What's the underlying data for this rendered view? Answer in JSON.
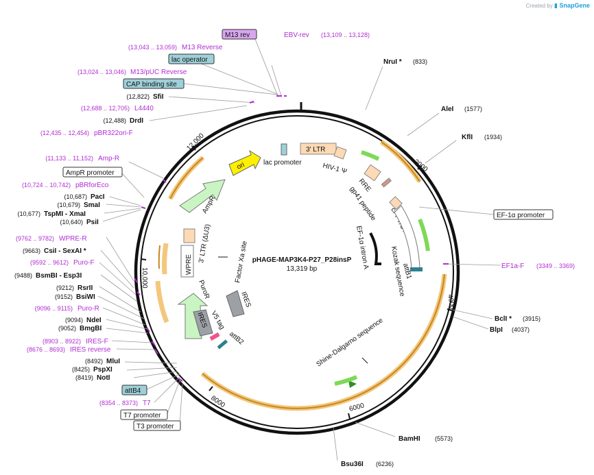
{
  "credit": {
    "prefix": "Created by",
    "brand": "SnapGene"
  },
  "plasmid": {
    "name": "pHAGE-MAP3K4-P27_P28insP",
    "size": "13,319 bp"
  },
  "ticks": [
    "2000",
    "4000",
    "6000",
    "8000",
    "10,000",
    "12,000"
  ],
  "enzymes": [
    {
      "name": "NruI *",
      "pos": "(833)"
    },
    {
      "name": "AleI",
      "pos": "(1577)"
    },
    {
      "name": "KflI",
      "pos": "(1934)"
    },
    {
      "name": "BclI *",
      "pos": "(3915)"
    },
    {
      "name": "BlpI",
      "pos": "(4037)"
    },
    {
      "name": "BamHI",
      "pos": "(5573)"
    },
    {
      "name": "Bsu36I",
      "pos": "(6236)"
    },
    {
      "name": "NotI",
      "pos": "(8419)"
    },
    {
      "name": "PspXI",
      "pos": "(8425)"
    },
    {
      "name": "MluI",
      "pos": "(8492)"
    },
    {
      "name": "BmgBI",
      "pos": "(9052)"
    },
    {
      "name": "NdeI",
      "pos": "(9094)"
    },
    {
      "name": "BsiWI",
      "pos": "(9152)"
    },
    {
      "name": "RsrII",
      "pos": "(9212)"
    },
    {
      "name": "BsmBI - Esp3I",
      "pos": "(9488)"
    },
    {
      "name": "CsiI - SexAI *",
      "pos": "(9663)"
    },
    {
      "name": "PsiI",
      "pos": "(10,640)"
    },
    {
      "name": "TspMI - XmaI",
      "pos": "(10,677)"
    },
    {
      "name": "SmaI",
      "pos": "(10,679)"
    },
    {
      "name": "PacI",
      "pos": "(10,687)"
    },
    {
      "name": "DrdI",
      "pos": "(12,488)"
    },
    {
      "name": "SfiI",
      "pos": "(12,822)"
    }
  ],
  "primers": [
    {
      "name": "EBV-rev",
      "pos": "(13,109 .. 13,128)"
    },
    {
      "name": "M13 Reverse",
      "pos": "(13,043 .. 13,059)"
    },
    {
      "name": "M13/pUC Reverse",
      "pos": "(13,024 .. 13,046)"
    },
    {
      "name": "L4440",
      "pos": "(12,688 .. 12,705)"
    },
    {
      "name": "pBR322ori-F",
      "pos": "(12,435 .. 12,454)"
    },
    {
      "name": "Amp-R",
      "pos": "(11,133 .. 11,152)"
    },
    {
      "name": "pBRforEco",
      "pos": "(10,724 .. 10,742)"
    },
    {
      "name": "WPRE-R",
      "pos": "(9762 .. 9782)"
    },
    {
      "name": "Puro-F",
      "pos": "(9592 .. 9612)"
    },
    {
      "name": "Puro-R",
      "pos": "(9096 .. 9115)"
    },
    {
      "name": "IRES-F",
      "pos": "(8903 .. 8922)"
    },
    {
      "name": "IRES reverse",
      "pos": "(8676 .. 8693)"
    },
    {
      "name": "T7",
      "pos": "(8354 .. 8373)"
    },
    {
      "name": "EF1a-F",
      "pos": "(3349 .. 3369)"
    }
  ],
  "boxed_labels": {
    "m13rev": "M13 rev",
    "lac_operator": "lac operator",
    "cap_site": "CAP binding site",
    "ampr_promoter": "AmpR promoter",
    "attb4": "attB4",
    "t7_promoter": "T7 promoter",
    "t3_promoter": "T3 promoter",
    "ef1a_promoter": "EF-1α promoter"
  },
  "features": {
    "ltr3": "3' LTR",
    "hiv_psi": "HIV-1 Ψ",
    "rre": "RRE",
    "gp41": "gp41 peptide",
    "cppt": "cPPT/CTS",
    "attb1": "attB1",
    "kozak": "Kozak sequence",
    "ef1a_intron": "EF-1α intron A",
    "shine": "Shine-Dalgarno sequence",
    "factor_xa": "Factor Xa site",
    "ires_inner": "IRES",
    "ires_outer": "IRES",
    "v5": "V5 tag",
    "attb2": "attB2",
    "puror": "PuroR",
    "wpre": "WPRE",
    "ltr_du3": "3' LTR (ΔU3)",
    "ampr": "AmpR",
    "ori": "ori",
    "lac_promoter": "lac promoter"
  },
  "colors": {
    "backbone": "#111111",
    "primer": "#b12bd1",
    "orf": "#e8a640",
    "promoter_green": "#7ed957",
    "ltr": "#fdd9b5",
    "ori": "#ffef00",
    "boxed_blue": "#9fd0d9",
    "boxed_purple": "#d8a6f0",
    "ires_gray": "#9da1a6"
  }
}
